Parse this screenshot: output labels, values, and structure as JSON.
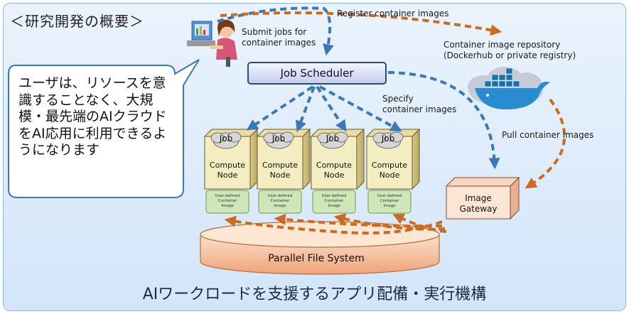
{
  "section_title": "＜研究開発の概要＞",
  "callout": "ユーザは、リソースを意識することなく、大規模・最先端のAIクラウドをAI応用に利用できるようになります",
  "labels": {
    "register": "Register container images",
    "submit": "Submit jobs for\ncontainer images",
    "repo": "Container image repository\n(Dockerhub or private registry)",
    "specify": "Specify\ncontainer images",
    "pull": "Pull container images"
  },
  "scheduler": "Job Scheduler",
  "job": "Job",
  "compute_node": "Compute\nNode",
  "udc": "User-defined\nContainer\nImage",
  "gateway": "Image\nGateway",
  "pfs": "Parallel File System",
  "caption": "AIワークロードを支援するアプリ配備・実行機構",
  "colors": {
    "blue_arrow": "#3a78b8",
    "orange_arrow": "#cc6a1e",
    "node_face": "#f4edc2",
    "udc_fill": "#cfe6b8",
    "pfs_fill": "#f6c9a8"
  }
}
